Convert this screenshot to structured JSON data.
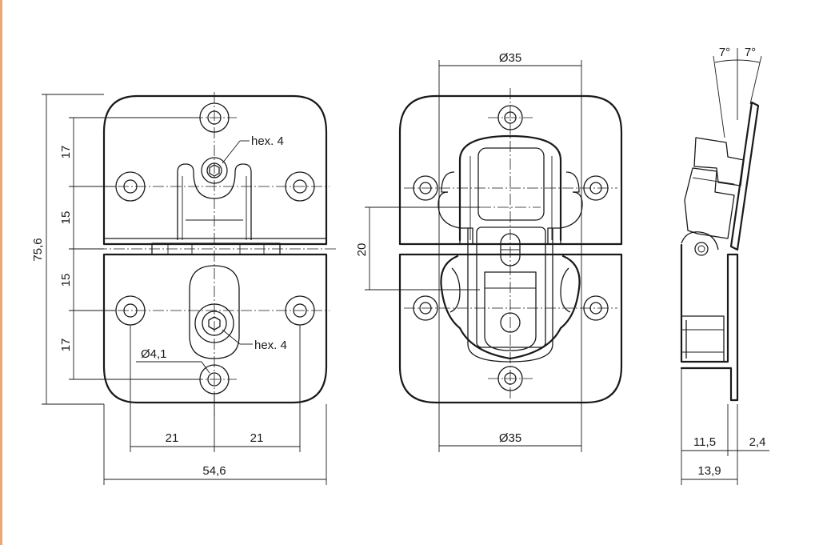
{
  "front_view": {
    "dim_height": "75,6",
    "dim_width": "54,6",
    "dim_17_top": "17",
    "dim_15_top": "15",
    "dim_15_bottom": "15",
    "dim_17_bottom": "17",
    "dim_21_left": "21",
    "dim_21_right": "21",
    "hole_diameter": "Ø4,1",
    "hex_top": "hex. 4",
    "hex_bottom": "hex. 4"
  },
  "middle_view": {
    "dia_top": "Ø35",
    "dia_bottom": "Ø35",
    "dim_20": "20"
  },
  "side_view": {
    "angle_left": "7°",
    "angle_right": "7°",
    "dim_11_5": "11,5",
    "dim_2_4": "2,4",
    "dim_13_9": "13,9"
  }
}
